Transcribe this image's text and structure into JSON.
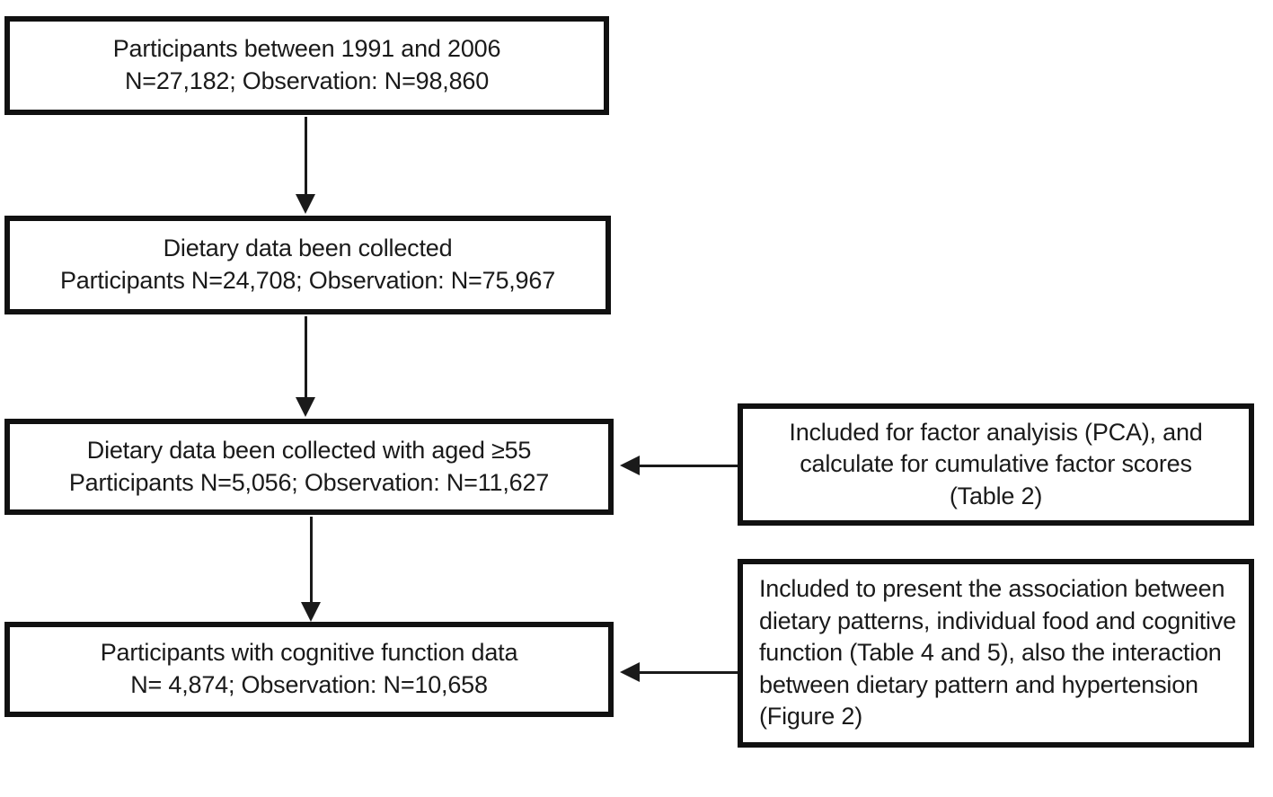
{
  "figure": {
    "type": "flowchart",
    "orientation": "top-to-bottom with right side annotations",
    "background_color": "#ffffff",
    "line_color": "#111111",
    "text_color": "#1a1a1a"
  },
  "nodes": {
    "box1": {
      "name": "participants-1991-2006",
      "line1": "Participants between 1991 and 2006",
      "line2": "N=27,182; Observation: N=98,860"
    },
    "box2": {
      "name": "dietary-data-collected",
      "line1": "Dietary data been collected",
      "line2": "Participants N=24,708; Observation: N=75,967"
    },
    "box3": {
      "name": "dietary-data-aged-55",
      "line1": "Dietary data been collected with aged ≥55",
      "line2": "Participants N=5,056; Observation: N=11,627"
    },
    "box4": {
      "name": "cognitive-function-data",
      "line1": "Participants with cognitive function data",
      "line2": "N= 4,874; Observation: N=10,658"
    },
    "side_box_a": {
      "name": "factor-analysis-note",
      "line1": "Included for factor analyisis (PCA), and",
      "line2": "calculate for cumulative factor scores",
      "line3": "(Table 2)"
    },
    "side_box_b": {
      "name": "association-note",
      "text": "Included to present the association between dietary patterns, individual food and cognitive function (Table 4 and 5), also the interaction between dietary pattern and hypertension (Figure 2)"
    }
  },
  "connectors": [
    {
      "name": "arrow-box1-to-box2",
      "direction": "down"
    },
    {
      "name": "arrow-box2-to-box3",
      "direction": "down"
    },
    {
      "name": "arrow-box3-to-box4",
      "direction": "down"
    },
    {
      "name": "arrow-sidebox-a-to-box3",
      "direction": "left"
    },
    {
      "name": "arrow-sidebox-b-to-box4",
      "direction": "left"
    }
  ]
}
